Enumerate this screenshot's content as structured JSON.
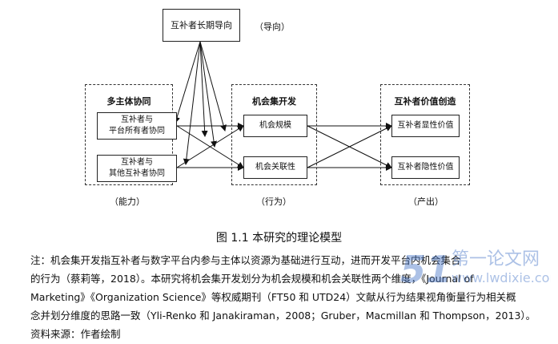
{
  "top": {
    "box_label": "互补者长期导向",
    "side_label": "（导向）"
  },
  "groups": {
    "left": {
      "title": "多主体协同",
      "bottom_label": "（能力）"
    },
    "middle": {
      "title": "机会集开发",
      "bottom_label": "（行为）"
    },
    "right": {
      "title": "互补者价值创造",
      "bottom_label": "（产出）"
    }
  },
  "nodes": {
    "left_top": {
      "line1": "互补者与",
      "line2": "平台所有者协同"
    },
    "left_bottom": {
      "line1": "互补者与",
      "line2": "其他互补者协同"
    },
    "mid_top": "机会规模",
    "mid_bottom": "机会关联性",
    "right_top": "互补者显性价值",
    "right_bottom": "互补者隐性价值"
  },
  "caption": "图 1.1  本研究的理论模型",
  "note": {
    "lines": [
      "注：机会集开发指互补者与数字平台内参与主体以资源为基础进行互动，进而开发平台内机会集合",
      "的行为（蔡莉等，2018）。本研究将机会集开发划分为机会规模和机会关联性两个维度，《Journal of",
      "Marketing》《Organization Science》等权威期刊（FT50 和 UTD24）文献从行为结果视角衡量行为相关概",
      "念并划分维度的思路一致（Yli-Renko 和 Janakiraman，2008；Gruber，Macmillan 和 Thompson，2013）。",
      "资料来源：作者绘制"
    ]
  },
  "watermark": {
    "mark": "51",
    "line1": "第一论文网",
    "line2": "www.lwdixie.com",
    "color": "#4a78c8"
  }
}
